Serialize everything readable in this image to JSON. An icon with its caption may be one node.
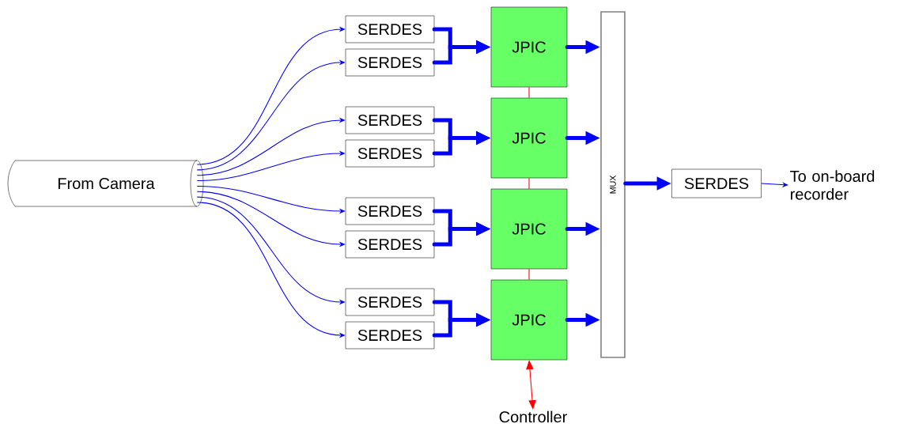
{
  "diagram": {
    "nodes": [
      {
        "text": [
          "From Camera"
        ]
      },
      {
        "text": [
          "SERDES"
        ]
      },
      {
        "text": [
          "SERDES"
        ]
      },
      {
        "text": [
          "SERDES"
        ]
      },
      {
        "text": [
          "SERDES"
        ]
      },
      {
        "text": [
          "SERDES"
        ]
      },
      {
        "text": [
          "SERDES"
        ]
      },
      {
        "text": [
          "SERDES"
        ]
      },
      {
        "text": [
          "SERDES"
        ]
      },
      {
        "text": [
          "JPIC"
        ]
      },
      {
        "text": [
          "JPIC"
        ]
      },
      {
        "text": [
          "JPIC"
        ]
      },
      {
        "text": [
          "JPIC"
        ]
      },
      {
        "text": [
          "MUX"
        ]
      },
      {
        "text": [
          "SERDES"
        ]
      },
      {
        "text": [
          "To on-board recorder"
        ]
      },
      {
        "text": [
          "Controller"
        ]
      }
    ],
    "edges": [
      {
        "from": 0,
        "to": 1,
        "arrow": "to"
      },
      {
        "from": 0,
        "to": 2,
        "arrow": "to"
      },
      {
        "from": 0,
        "to": 3,
        "arrow": "to"
      },
      {
        "from": 0,
        "to": 4,
        "arrow": "to"
      },
      {
        "from": 0,
        "to": 5,
        "arrow": "to"
      },
      {
        "from": 0,
        "to": 6,
        "arrow": "to"
      },
      {
        "from": 0,
        "to": 7,
        "arrow": "to"
      },
      {
        "from": 0,
        "to": 8,
        "arrow": "to"
      },
      {
        "from": 1,
        "to": 9,
        "arrow": "to",
        "style": "thick"
      },
      {
        "from": 2,
        "to": 9,
        "arrow": "to",
        "style": "thick"
      },
      {
        "from": 3,
        "to": 10,
        "arrow": "to",
        "style": "thick"
      },
      {
        "from": 4,
        "to": 10,
        "arrow": "to",
        "style": "thick"
      },
      {
        "from": 5,
        "to": 11,
        "arrow": "to",
        "style": "thick"
      },
      {
        "from": 6,
        "to": 11,
        "arrow": "to",
        "style": "thick"
      },
      {
        "from": 7,
        "to": 12,
        "arrow": "to",
        "style": "thick"
      },
      {
        "from": 8,
        "to": 12,
        "arrow": "to",
        "style": "thick"
      },
      {
        "from": 9,
        "to": 13,
        "arrow": "to",
        "style": "thick"
      },
      {
        "from": 10,
        "to": 13,
        "arrow": "to",
        "style": "thick"
      },
      {
        "from": 11,
        "to": 13,
        "arrow": "to",
        "style": "thick"
      },
      {
        "from": 12,
        "to": 13,
        "arrow": "to",
        "style": "thick"
      },
      {
        "from": 9,
        "to": 10,
        "arrow": "none",
        "color": "#ff0000"
      },
      {
        "from": 10,
        "to": 11,
        "arrow": "none",
        "color": "#ff0000"
      },
      {
        "from": 11,
        "to": 12,
        "arrow": "none",
        "color": "#ff0000"
      },
      {
        "from": 12,
        "to": 16,
        "arrow": "both",
        "color": "#ff0000"
      },
      {
        "from": 13,
        "to": 14,
        "arrow": "to",
        "style": "thick"
      },
      {
        "from": 14,
        "to": 15,
        "arrow": "to"
      }
    ]
  }
}
